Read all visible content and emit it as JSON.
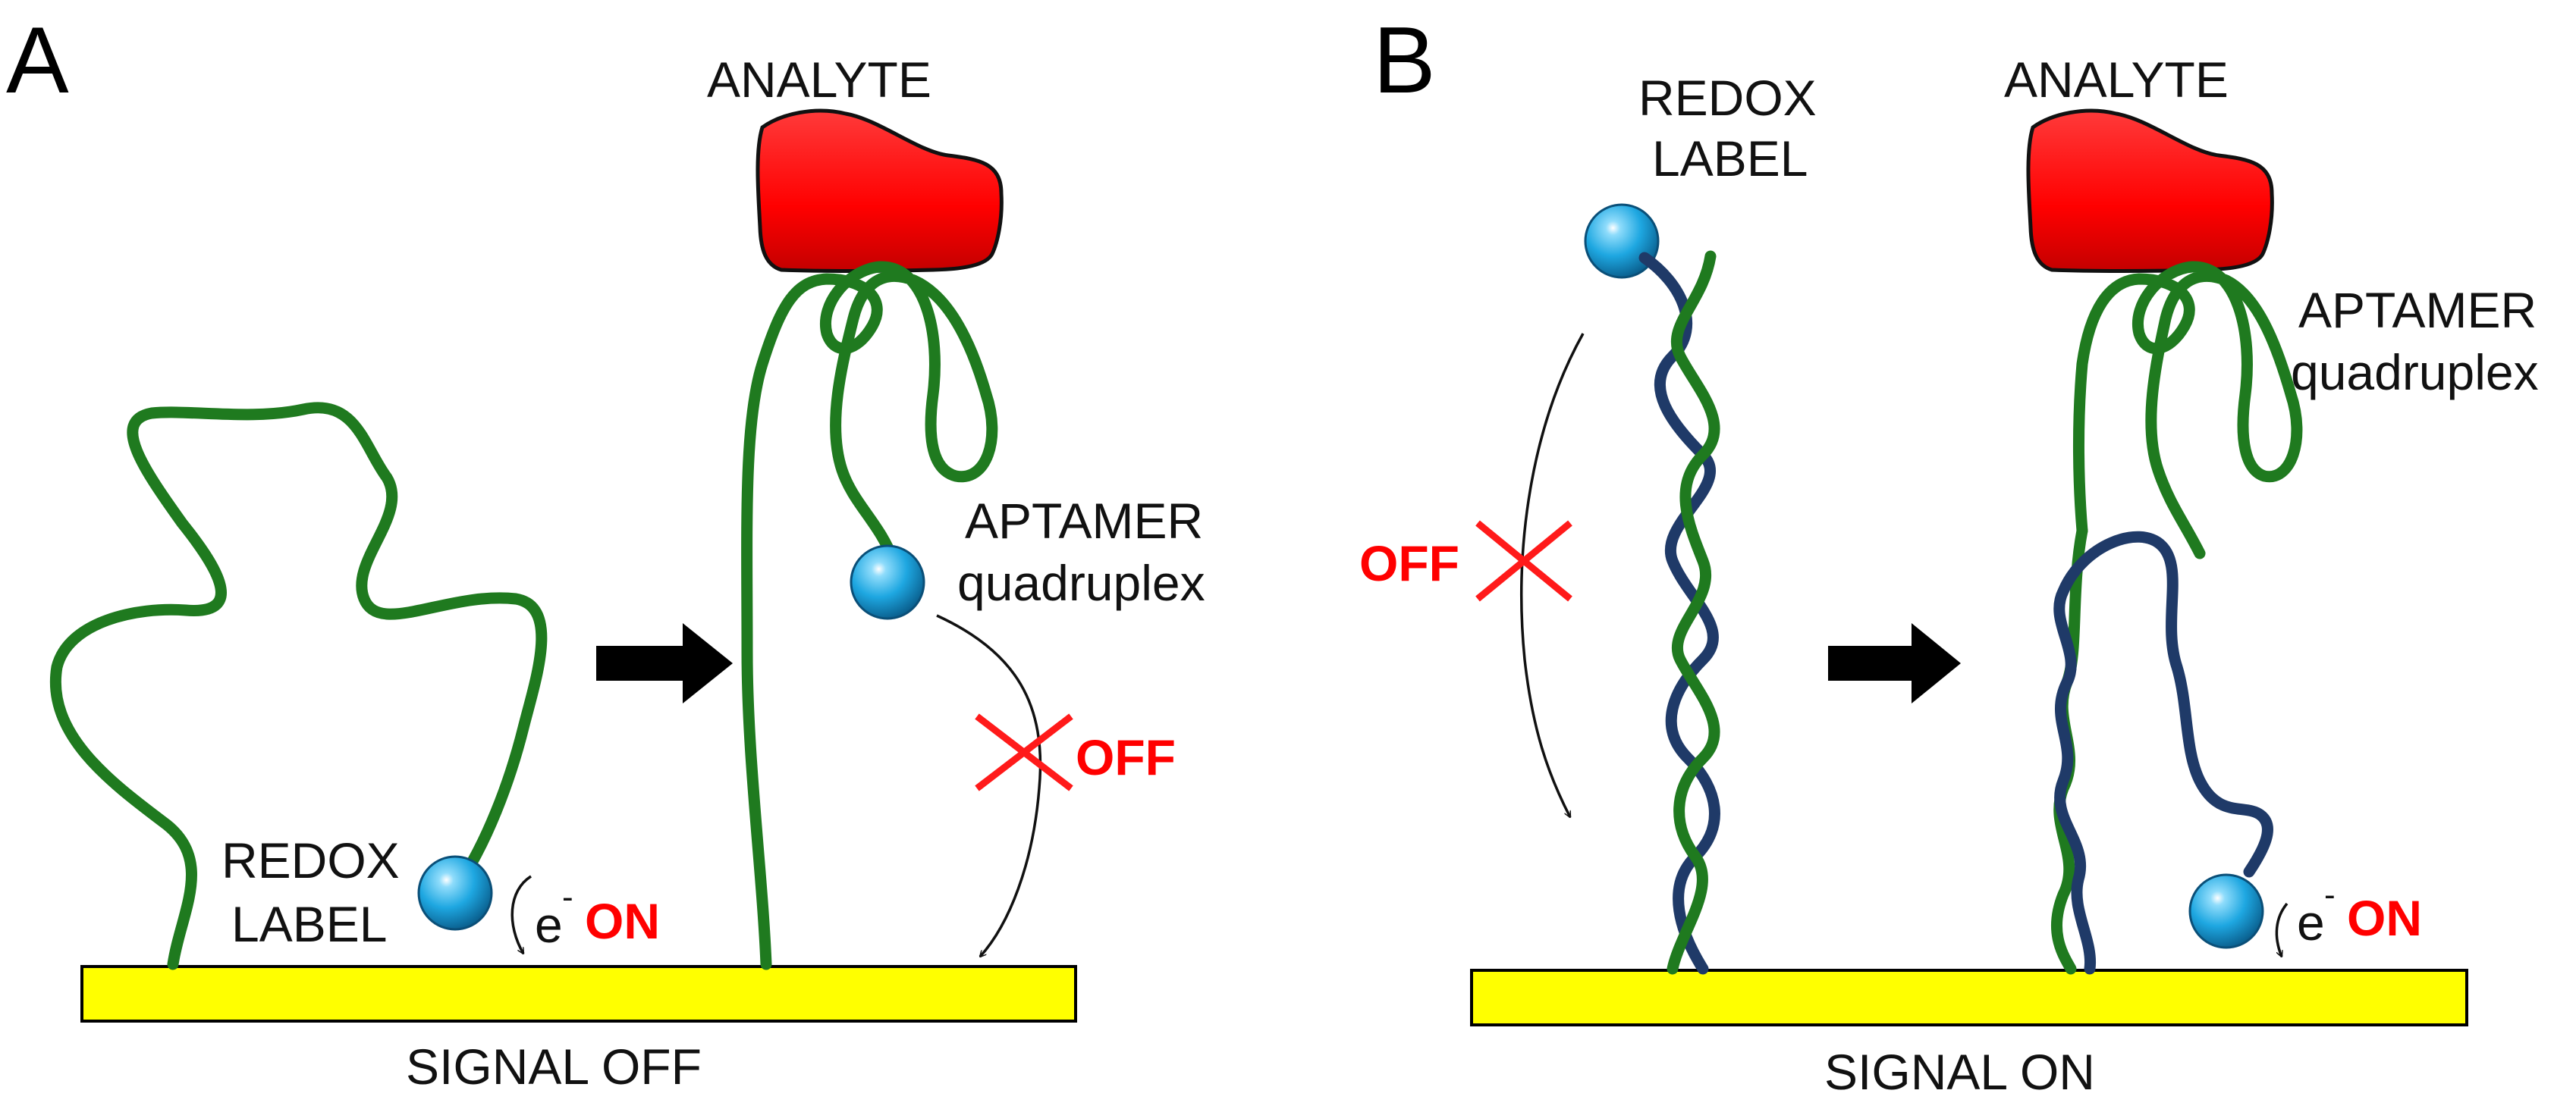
{
  "panels": {
    "a": {
      "letter": "A",
      "analyte_label": "ANALYTE",
      "redox_label_line1": "REDOX",
      "redox_label_line2": "LABEL",
      "aptamer_line1": "APTAMER",
      "aptamer_line2": "quadruplex",
      "electron_symbol": "e",
      "electron_charge": "-",
      "state_on": "ON",
      "state_off": "OFF",
      "caption": "SIGNAL OFF"
    },
    "b": {
      "letter": "B",
      "analyte_label": "ANALYTE",
      "redox_label_line1": "REDOX",
      "redox_label_line2": "LABEL",
      "aptamer_line1": "APTAMER",
      "aptamer_line2": "quadruplex",
      "electron_symbol": "e",
      "electron_charge": "-",
      "state_on": "ON",
      "state_off": "OFF",
      "caption": "SIGNAL ON"
    }
  },
  "colors": {
    "electrode": "#ffff00",
    "analyte": "#ff0000",
    "redox_label": "#1ea7e1",
    "aptamer_strand": "#1f7a1f",
    "complementary_strand": "#1f3a68",
    "state_text": "#ff0000"
  },
  "icons": [
    "right-arrow-icon",
    "electron-transfer-arrow-icon",
    "blocked-cross-icon"
  ]
}
